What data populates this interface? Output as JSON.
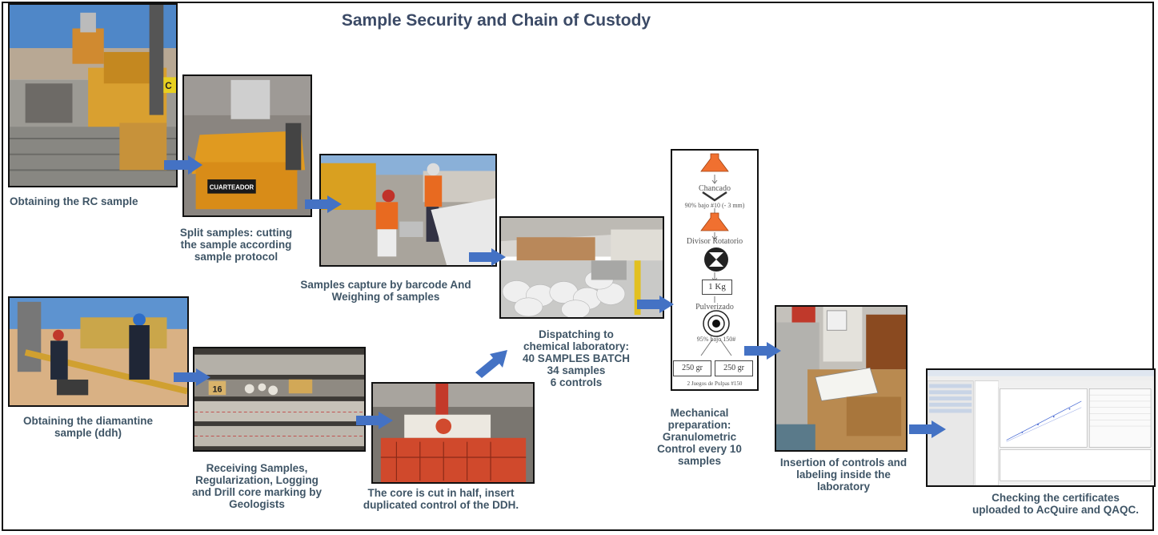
{
  "title": "Sample Security and Chain of Custody",
  "steps": {
    "rc_sample": "Obtaining the RC sample",
    "split": "Split samples: cutting the sample according sample protocol",
    "barcode": "Samples capture by barcode And Weighing of samples",
    "dispatch": {
      "line1": "Dispatching to",
      "line2": "chemical laboratory:",
      "line3": "40 SAMPLES BATCH",
      "line4": "34 samples",
      "line5": "6 controls"
    },
    "mechanical": "Mechanical preparation: Granulometric Control every 10 samples",
    "insertion": "Insertion of controls and labeling inside the laboratory",
    "certificates": "Checking the certificates uploaded to AcQuire and QAQC.",
    "diamantine": "Obtaining the diamantine sample (ddh)",
    "receiving": "Receiving Samples, Regularization, Logging and Drill core marking by Geologists",
    "core_cut": "The core is cut in half, insert duplicated control of the DDH."
  },
  "photo_labels": {
    "cuarteador": "CUARTEADOR",
    "core_tag": "16",
    "rc_tag": "C"
  },
  "flowchart": {
    "chancado": "Chancado",
    "chancado_spec": "90% bajo #10 (- 3 mm)",
    "divisor": "Divisor Rotatorio",
    "kg": "1 Kg",
    "pulverizado": "Pulverizado",
    "pulverizado_spec": "95% bajo 150#",
    "split_a": "250 gr",
    "split_b": "250 gr",
    "footer": "2 Juegos de Pulpas #150"
  },
  "colors": {
    "title": "#3b4a66",
    "caption": "#3f5566",
    "arrow": "#4472c4",
    "flask": "#f07030"
  }
}
